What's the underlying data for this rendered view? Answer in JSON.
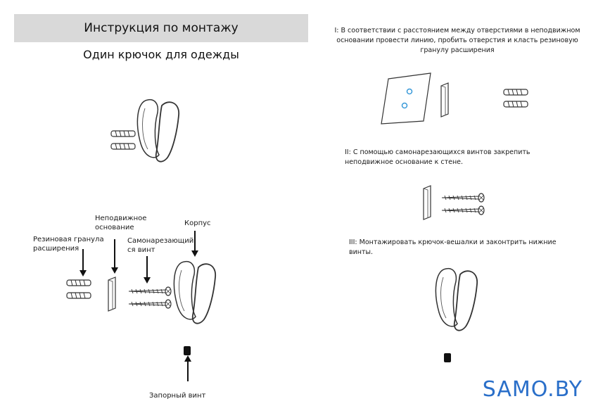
{
  "header": {
    "title": "Инструкция по монтажу"
  },
  "subtitle": "Один крючок для одежды",
  "labels": {
    "anchor": "Резиновая гранула\nрасширения",
    "base": "Неподвижное\nоснование",
    "screw": "Самонарезающий\nся винт",
    "body": "Корпус",
    "lock_screw": "Запорный винт"
  },
  "steps": {
    "step1": "I: В соответствии с расстоянием между отверстиями в неподвижном основании провести линию, пробить отверстия и класть резиновую гранулу расширения",
    "step2": "II: С помощью самонарезающихся винтов закрепить неподвижное основание к стене.",
    "step3": "III: Монтажировать крючок-вешалки и законтрить нижние винты."
  },
  "logo": "SAMO.BY",
  "colors": {
    "header_bg": "#d9d9d9",
    "logo": "#2a6fc9",
    "hole": "#3a9ad9"
  }
}
